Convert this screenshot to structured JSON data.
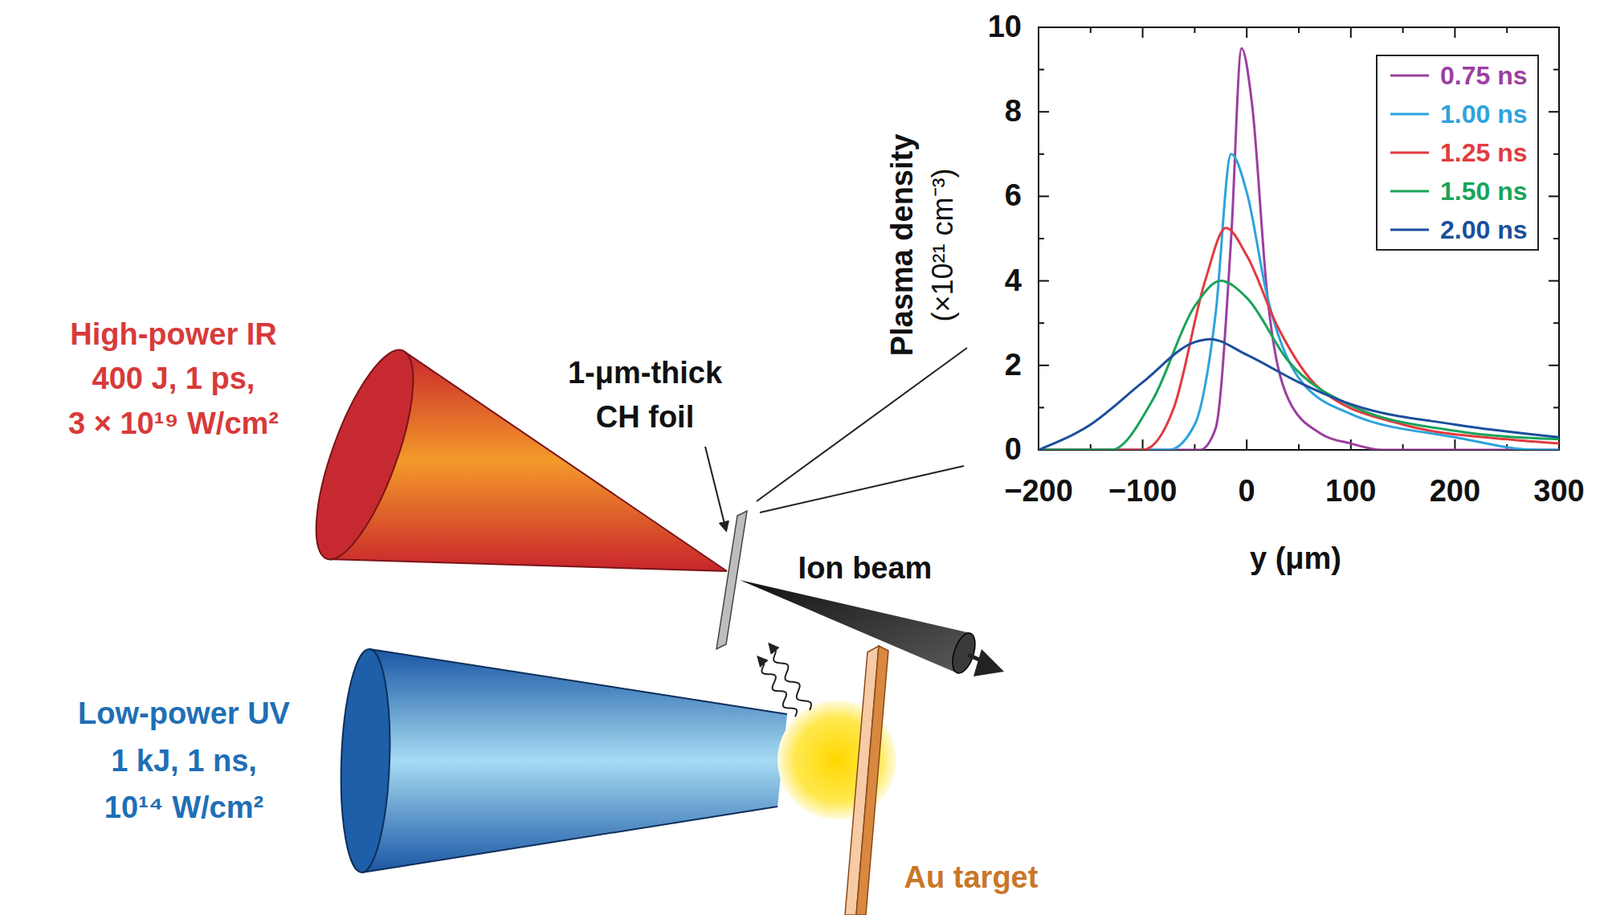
{
  "diagram": {
    "labels": [
      "High-power IR",
      "400 J, 1 ps,",
      "3 × 10¹⁹ W/cm²",
      "1-μm-thick CH foil",
      "Ion beam",
      "Low-power UV",
      "1 kJ, 1 ns,",
      "10¹⁴ W/cm²",
      "Au target",
      "Plasma density",
      "(×10²¹ cm⁻³)",
      "y (μm)",
      "0",
      "2",
      "4",
      "6",
      "8",
      "10",
      "−200",
      "−100",
      "0",
      "100",
      "200",
      "300"
    ],
    "legend": [
      {
        "text": "0.75 ns"
      },
      {
        "text": "1.00 ns"
      },
      {
        "text": "1.25 ns"
      },
      {
        "text": "1.50 ns"
      },
      {
        "text": "2.00 ns"
      }
    ]
  }
}
